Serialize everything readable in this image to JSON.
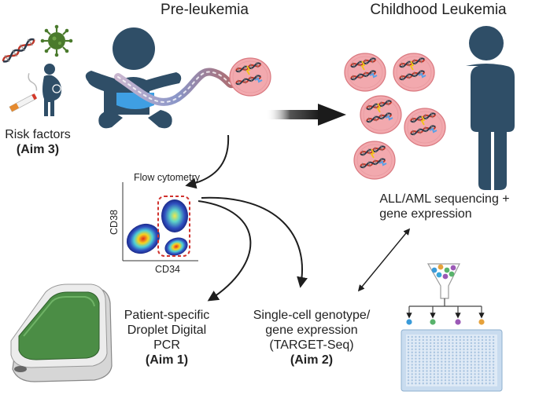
{
  "headings": {
    "pre_leukemia": "Pre-leukemia",
    "childhood_leukemia": "Childhood Leukemia"
  },
  "risk": {
    "line1": "Risk factors",
    "aim": "(Aim 3)"
  },
  "flow": {
    "title": "Flow cytometry",
    "y_axis": "CD38",
    "x_axis": "CD34"
  },
  "sequencing": {
    "line1": "ALL/AML sequencing +",
    "line2": "gene expression"
  },
  "ddpcr": {
    "line1": "Patient-specific",
    "line2": "Droplet Digital",
    "line3": "PCR",
    "aim": "(Aim 1)"
  },
  "single_cell": {
    "line1": "Single-cell genotype/",
    "line2": "gene expression",
    "line3": "(TARGET-Seq)",
    "aim": "(Aim 2)"
  },
  "colors": {
    "figure_blue": "#2f4e67",
    "diaper_blue": "#3f9fe3",
    "cell_pink": "#f2a9ae",
    "cell_outline": "#d9787f",
    "dna_red": "#c0392b",
    "virus_green": "#4a7a2c",
    "gate_red": "#d0312d",
    "device_green": "#4b8d45",
    "plate_blue": "#c9dcef"
  }
}
